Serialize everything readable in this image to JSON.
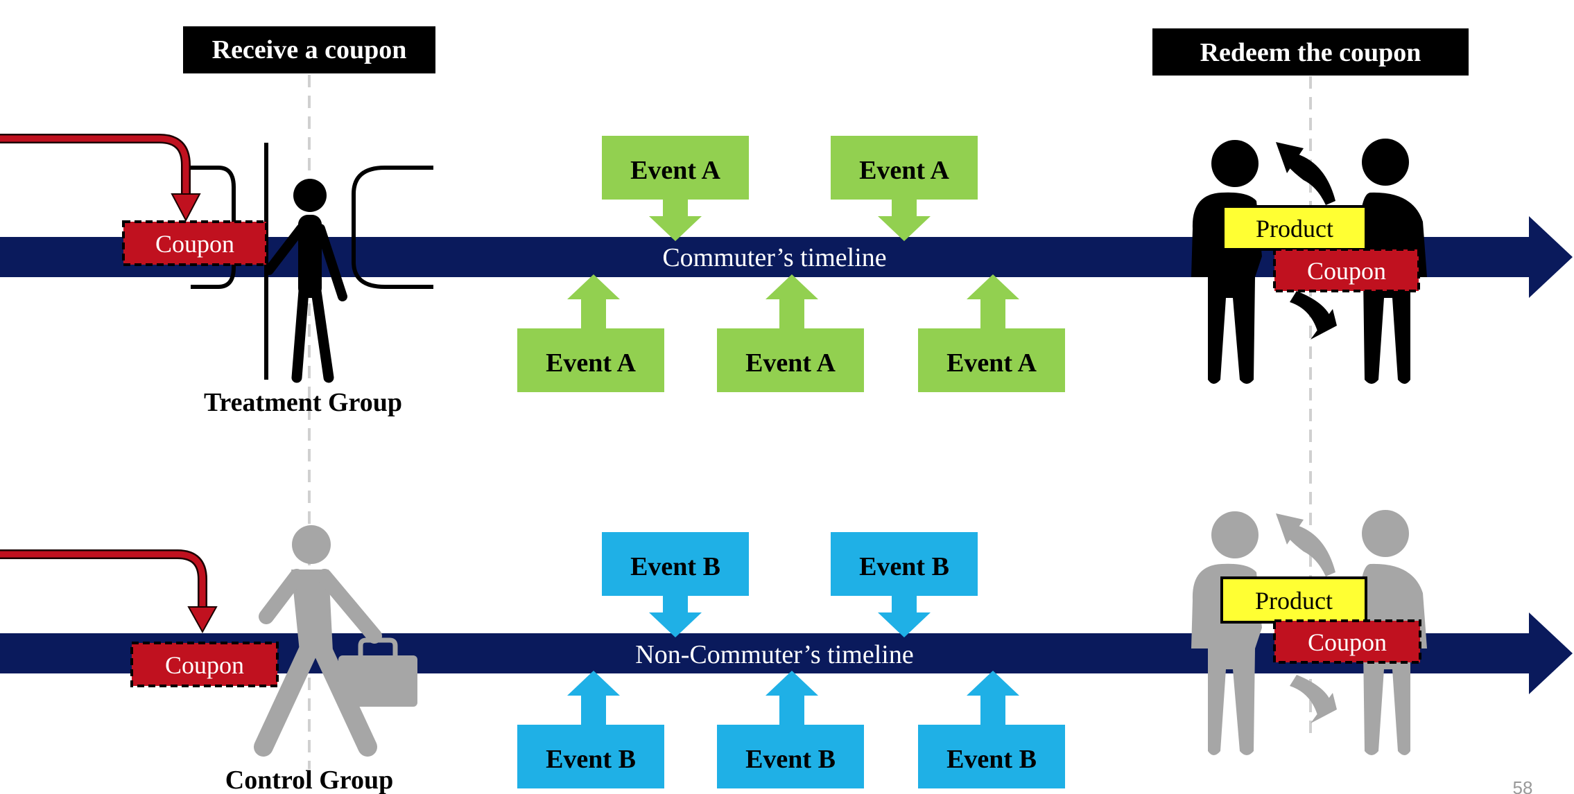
{
  "header": {
    "receive_label": "Receive a coupon",
    "redeem_label": "Redeem the coupon"
  },
  "treatment": {
    "coupon_label": "Coupon",
    "group_label": "Treatment Group",
    "timeline_label": "Commuter’s timeline",
    "events_top": [
      "Event A",
      "Event A"
    ],
    "events_bottom": [
      "Event A",
      "Event A",
      "Event A"
    ],
    "product_label": "Product",
    "redeem_coupon_label": "Coupon",
    "event_color": "#92d050"
  },
  "control": {
    "coupon_label": "Coupon",
    "group_label": "Control Group",
    "timeline_label": "Non-Commuter’s timeline",
    "events_top": [
      "Event B",
      "Event B"
    ],
    "events_bottom": [
      "Event B",
      "Event B",
      "Event B"
    ],
    "product_label": "Product",
    "redeem_coupon_label": "Coupon",
    "event_color": "#1fb0e6"
  },
  "colors": {
    "timeline": "#0a1a5c",
    "coupon": "#c0111f",
    "product": "#ffff33",
    "figure_dark": "#000000",
    "figure_grey": "#a6a6a6"
  },
  "page_number": "58"
}
